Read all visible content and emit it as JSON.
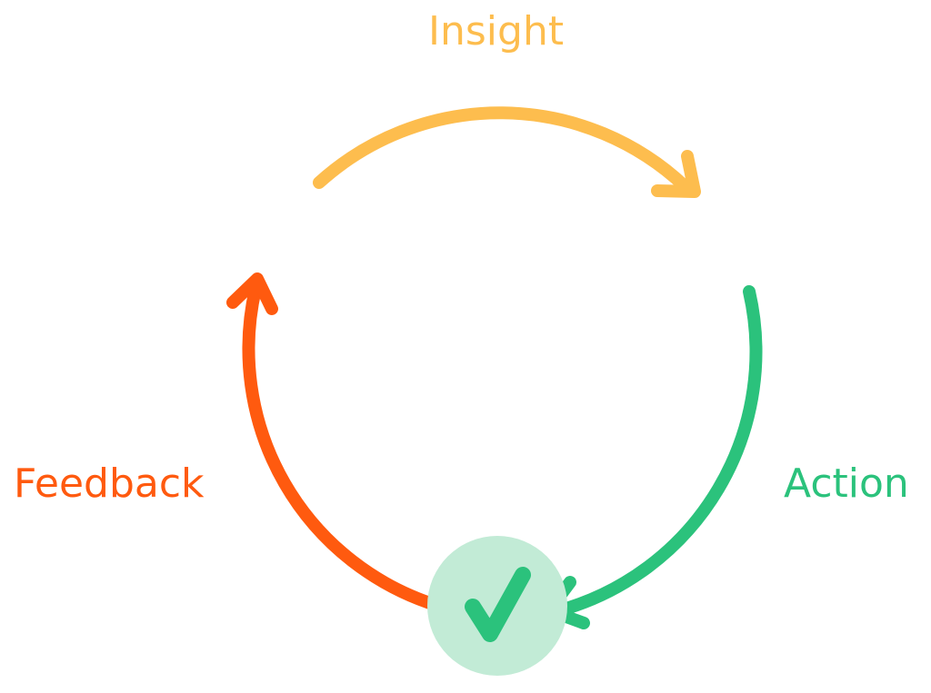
{
  "diagram": {
    "stages": [
      {
        "label": "Insight",
        "color": "#FDBD4E",
        "arrow_icon": "arrow-right-icon"
      },
      {
        "label": "Action",
        "color": "#2BC27C",
        "arrow_icon": "arrow-left-icon"
      },
      {
        "label": "Feedback",
        "color": "#FF5A0F",
        "arrow_icon": "arrow-up-icon"
      }
    ],
    "center": {
      "icon": "checkmark-icon",
      "badge_color": "#C2EBD6",
      "check_color": "#2BC27C"
    }
  }
}
